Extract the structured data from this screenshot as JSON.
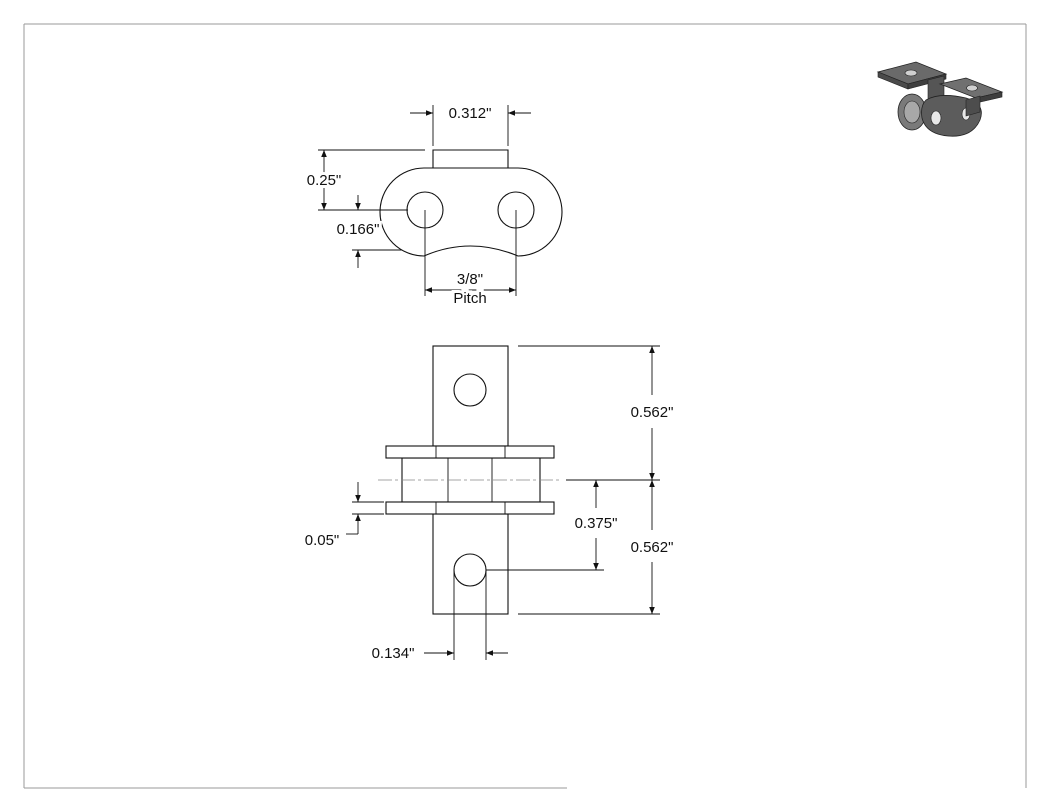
{
  "dimensions": {
    "top_width": "0.312\"",
    "side_height": "0.25\"",
    "hole_diameter": "0.166\"",
    "pitch_value": "3/8\"",
    "pitch_label": "Pitch",
    "upper_tab_height": "0.562\"",
    "lower_tab_height": "0.562\"",
    "hole_offset": "0.375\"",
    "plate_thickness": "0.05\"",
    "front_hole_diameter": "0.134\""
  },
  "colors": {
    "line": "#111111",
    "frame": "#9a9a9a",
    "part_shade": "#5c5c5c",
    "part_light": "#8a8a8a"
  },
  "icons": {
    "iso_view": "chain-link-attachment-isometric-icon"
  }
}
